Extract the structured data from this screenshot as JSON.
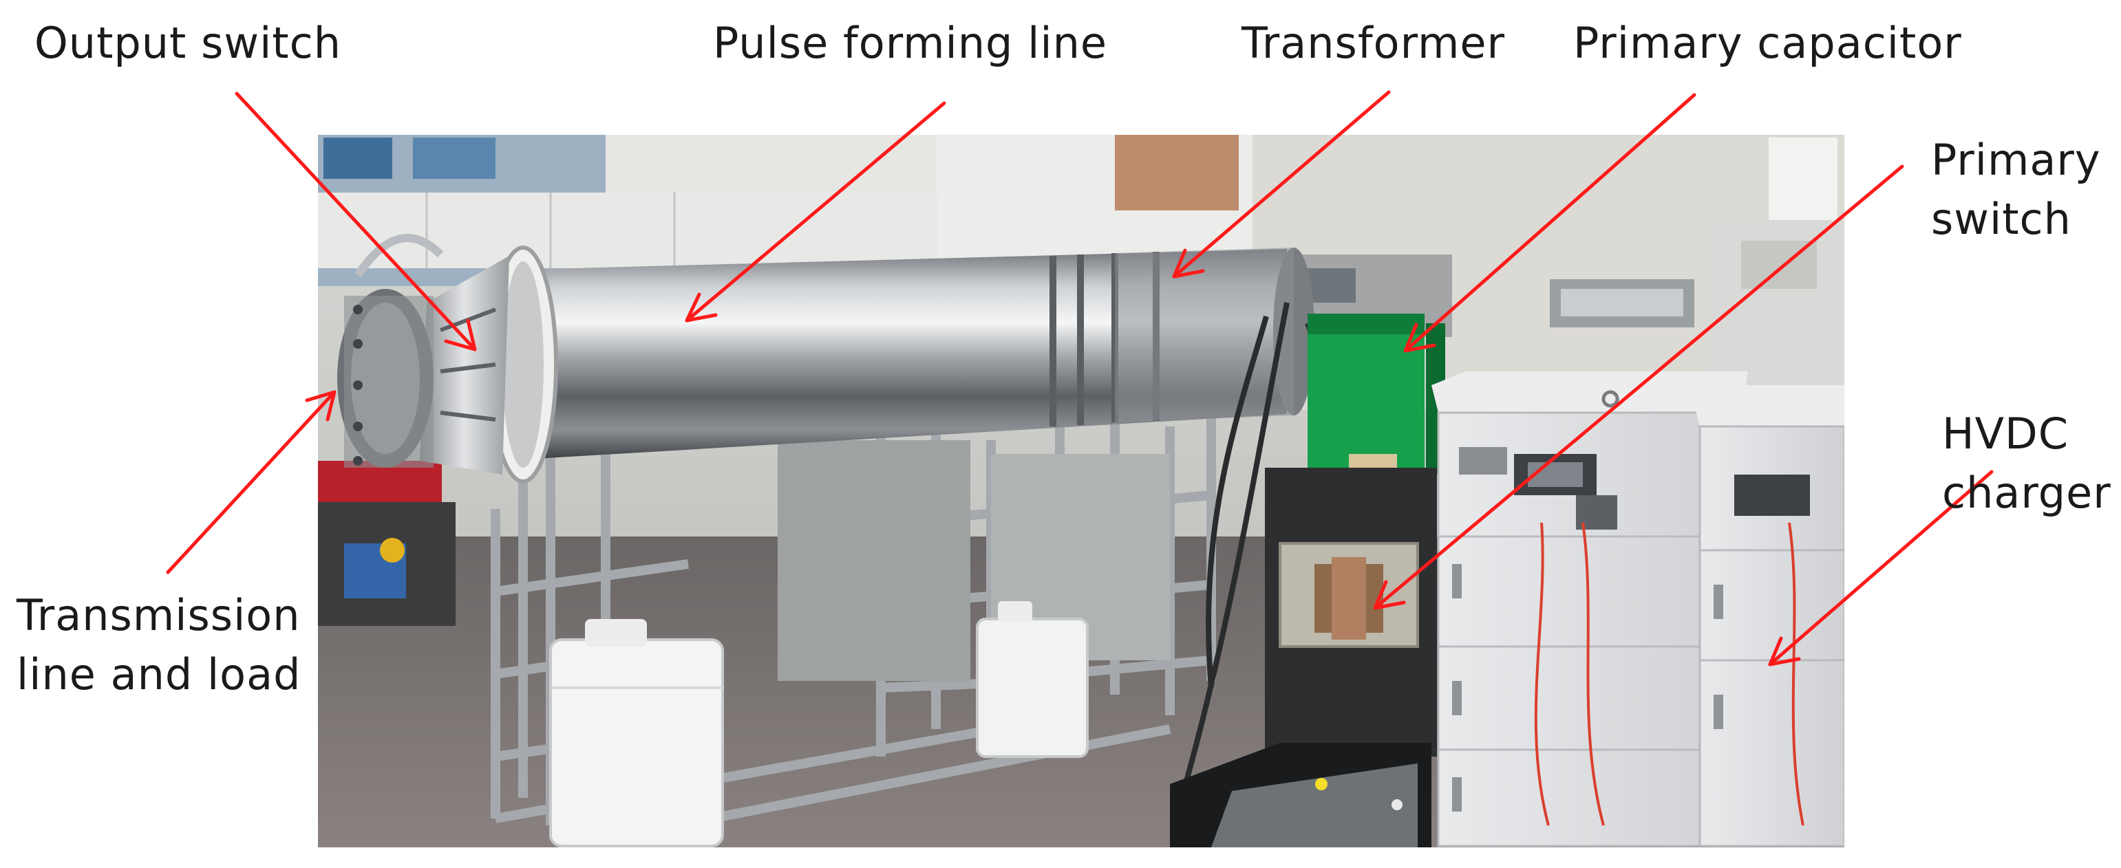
{
  "labels": {
    "output_switch": "Output switch",
    "pulse_forming_line": "Pulse forming line",
    "transformer": "Transformer",
    "primary_capacitor": "Primary capacitor",
    "primary_switch": [
      "Primary",
      "switch"
    ],
    "hvdc_charger": [
      "HVDC",
      "charger"
    ],
    "transmission_line": [
      "Transmission",
      "line and load"
    ]
  },
  "colors": {
    "annotation_arrow": "#ff1a1a",
    "label_text": "#1a1a1a",
    "background": "#ffffff"
  }
}
